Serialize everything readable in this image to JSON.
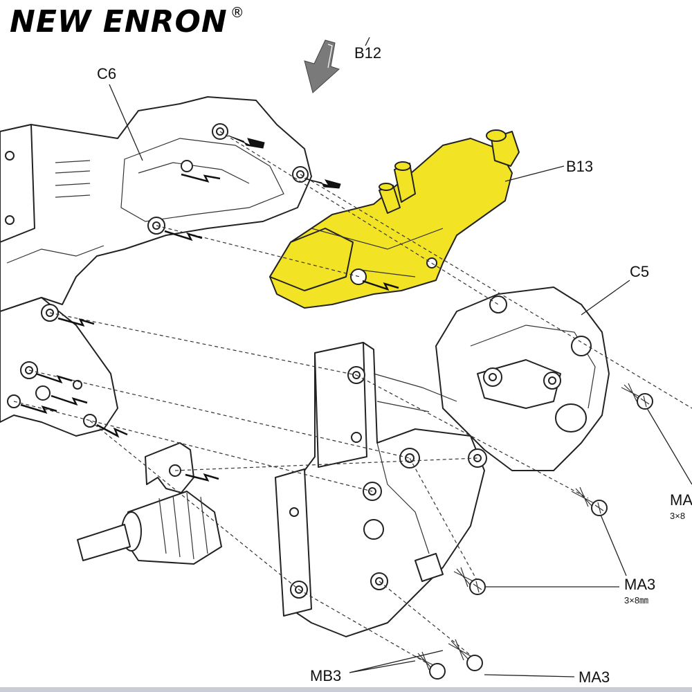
{
  "brand": {
    "name": "NEW ENRON",
    "mark": "®"
  },
  "labels": {
    "b12": "B12",
    "c6": "C6",
    "b13": "B13",
    "c5": "C5",
    "ma_right": "MA",
    "ma_right_sub": "3×8",
    "ma3_mid": "MA3",
    "ma3_mid_sub": "3×8㎜",
    "mb3": "MB3",
    "ma3_bottom": "MA3"
  },
  "colors": {
    "highlight": "#f2e325",
    "line": "#222222"
  }
}
